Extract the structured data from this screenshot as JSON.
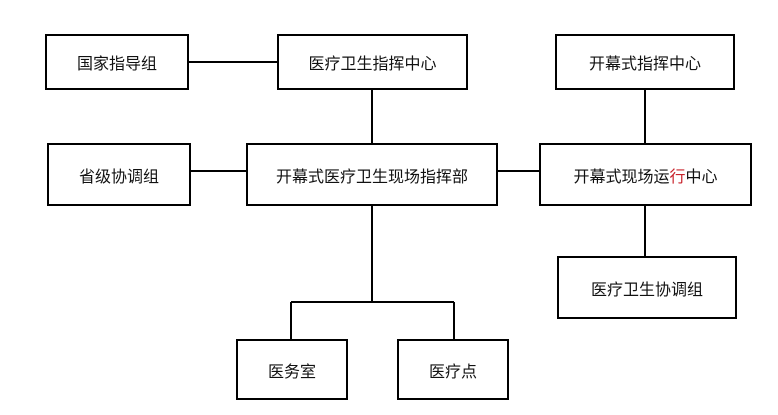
{
  "nodes": {
    "national_guidance_group": "国家指导组",
    "medical_command_center": "医疗卫生指挥中心",
    "opening_command_center": "开幕式指挥中心",
    "provincial_coordination_group": "省级协调组",
    "opening_medical_onsite_hq": "开幕式医疗卫生现场指挥部",
    "opening_onsite_operation_center": {
      "prefix": "开幕式现场运",
      "accent": "行",
      "suffix": "中心"
    },
    "medical_coordination_group": "医疗卫生协调组",
    "medical_office": "医务室",
    "medical_point": "医疗点"
  },
  "colors": {
    "border": "#000000",
    "text": "#111111",
    "accent_text": "#c8232b",
    "background": "#ffffff"
  }
}
